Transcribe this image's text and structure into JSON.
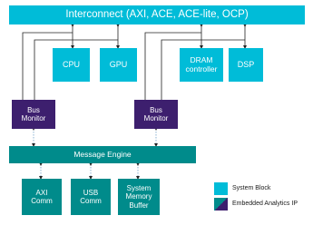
{
  "diagram": {
    "interconnect": "Interconnect (AXI, ACE, ACE-lite, OCP)",
    "blocks": {
      "cpu": "CPU",
      "gpu": "GPU",
      "dram": "DRAM controller",
      "dsp": "DSP"
    },
    "monitors": {
      "left": "Bus Monitor",
      "right": "Bus Monitor"
    },
    "message_engine": "Message Engine",
    "bottom": {
      "axi": "AXI Comm",
      "usb": "USB Comm",
      "buffer": "System Memory Buffer"
    },
    "legend": {
      "system_block": "System Block",
      "analytics_ip": "Embedded Analytics IP"
    },
    "colors": {
      "system_block": "#00bcd8",
      "analytics_ip": "#008b8b",
      "monitor": "#3d1f6e"
    }
  }
}
